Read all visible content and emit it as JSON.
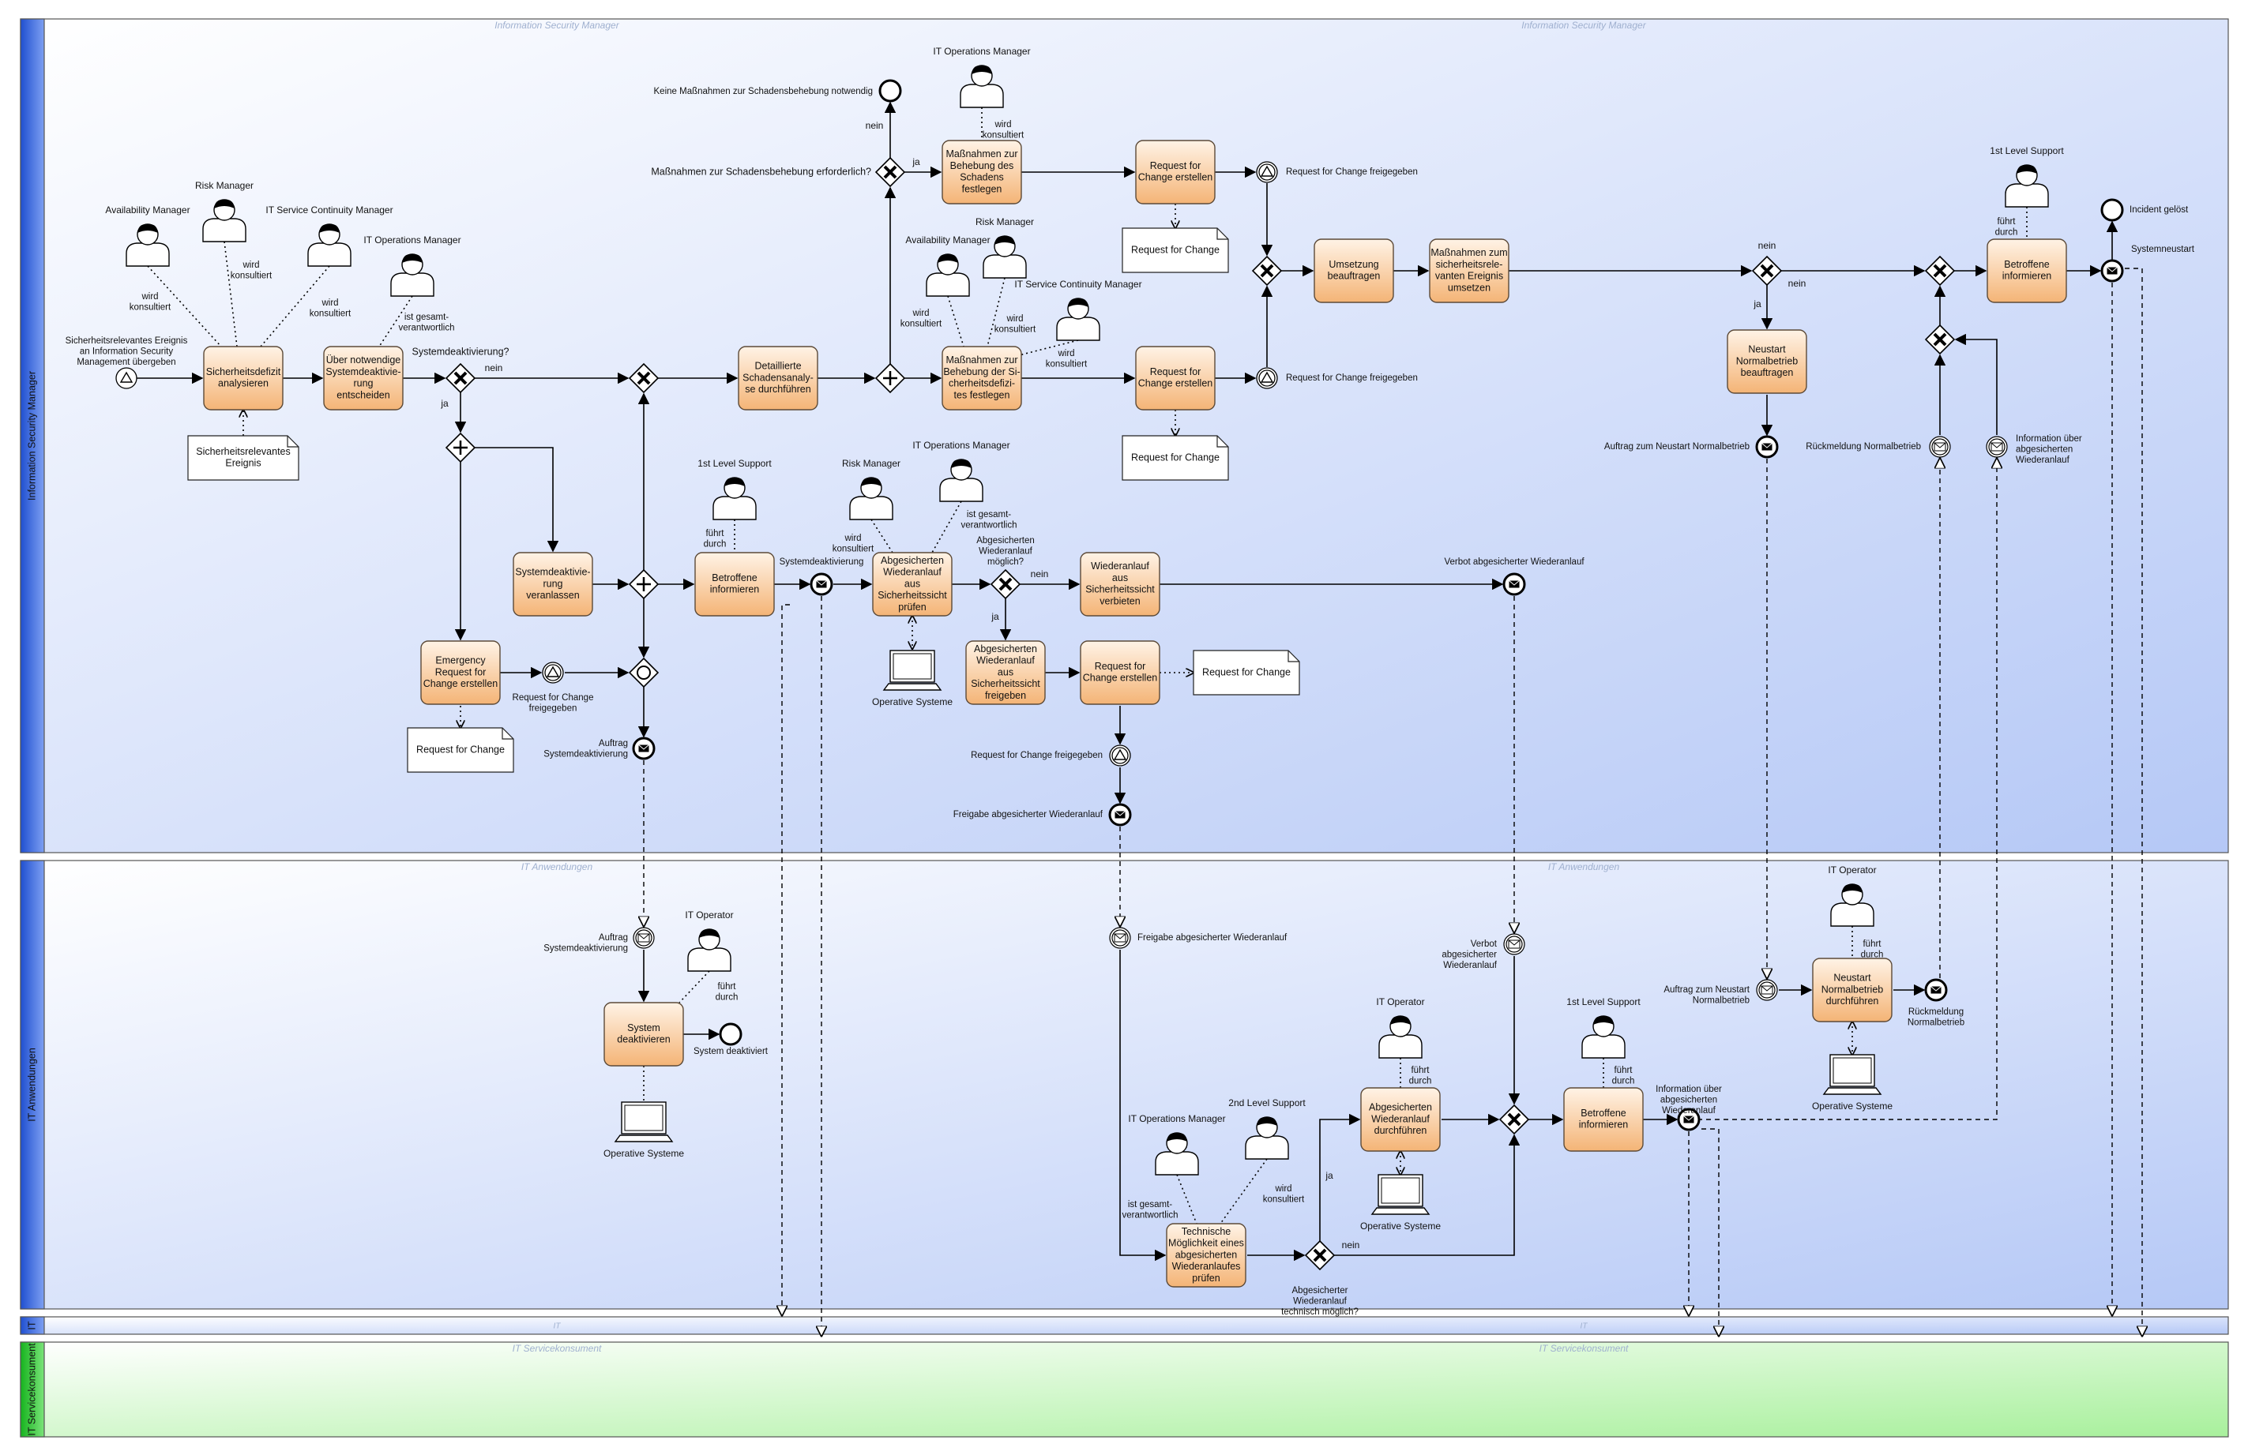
{
  "colors": {
    "lane_blue_dark": "#2e5fd8",
    "lane_blue_light": "#b9cbf7",
    "lane_green_dark": "#22c52a",
    "lane_green_light": "#b8f2b0",
    "task_fill_top": "#fff1e2",
    "task_fill_bottom": "#f6b97c",
    "task_stroke": "#6b5a48"
  },
  "lanes": [
    {
      "id": "ism",
      "label": "Information Security Manager",
      "watermark": "Information Security Manager"
    },
    {
      "id": "ita",
      "label": "IT Anwendungen",
      "watermark": "IT Anwendungen"
    },
    {
      "id": "it",
      "label": "IT",
      "watermark": "IT"
    },
    {
      "id": "itsk",
      "label": "IT Servicekonsument",
      "watermark": "IT Servicekonsument"
    }
  ],
  "tasks": [
    {
      "id": "t1",
      "lines": [
        "Sicherheitsdefizit",
        "analysieren"
      ]
    },
    {
      "id": "t2",
      "lines": [
        "Über notwendige",
        "Systemdeaktivie-",
        "rung",
        "entscheiden"
      ]
    },
    {
      "id": "t3",
      "lines": [
        "Detaillierte",
        "Schadensanaly-",
        "se durchführen"
      ]
    },
    {
      "id": "t4",
      "lines": [
        "Maßnahmen zur",
        "Behebung des",
        "Schadens",
        "festlegen"
      ]
    },
    {
      "id": "t5",
      "lines": [
        "Maßnahmen zur",
        "Behebung der Si-",
        "cherheitsdefizi-",
        "tes festlegen"
      ]
    },
    {
      "id": "t6",
      "lines": [
        "Request for",
        "Change erstellen"
      ]
    },
    {
      "id": "t7",
      "lines": [
        "Request for",
        "Change erstellen"
      ]
    },
    {
      "id": "t8",
      "lines": [
        "Umsetzung",
        "beauftragen"
      ]
    },
    {
      "id": "t9",
      "lines": [
        "Maßnahmen zum",
        "sicherheitsrele-",
        "vanten Ereignis",
        "umsetzen"
      ]
    },
    {
      "id": "t10",
      "lines": [
        "Neustart",
        "Normalbetrieb",
        "beauftragen"
      ]
    },
    {
      "id": "t11",
      "lines": [
        "Betroffene",
        "informieren"
      ]
    },
    {
      "id": "t12",
      "lines": [
        "Systemdeaktivie-",
        "rung",
        "veranlassen"
      ]
    },
    {
      "id": "t13",
      "lines": [
        "Betroffene",
        "informieren"
      ]
    },
    {
      "id": "t14",
      "lines": [
        "Abgesicherten",
        "Wiederanlauf",
        "aus",
        "Sicherheitssicht",
        "prüfen"
      ]
    },
    {
      "id": "t15",
      "lines": [
        "Wiederanlauf",
        "aus",
        "Sicherheitssicht",
        "verbieten"
      ]
    },
    {
      "id": "t16",
      "lines": [
        "Abgesicherten",
        "Wiederanlauf",
        "aus",
        "Sicherheitssicht",
        "freigeben"
      ]
    },
    {
      "id": "t17",
      "lines": [
        "Request for",
        "Change erstellen"
      ]
    },
    {
      "id": "t18",
      "lines": [
        "Emergency",
        "Request for",
        "Change erstellen"
      ]
    },
    {
      "id": "t19",
      "lines": [
        "System",
        "deaktivieren"
      ]
    },
    {
      "id": "t20",
      "lines": [
        "Technische",
        "Möglichkeit eines",
        "abgesicherten",
        "Wiederanlaufes",
        "prüfen"
      ]
    },
    {
      "id": "t21",
      "lines": [
        "Abgesicherten",
        "Wiederanlauf",
        "durchführen"
      ]
    },
    {
      "id": "t22",
      "lines": [
        "Betroffene",
        "informieren"
      ]
    },
    {
      "id": "t23",
      "lines": [
        "Neustart",
        "Normalbetrieb",
        "durchführen"
      ]
    }
  ],
  "documents": [
    {
      "id": "d1",
      "lines": [
        "Sicherheitsrelevantes",
        "Ereignis"
      ]
    },
    {
      "id": "d2",
      "lines": [
        "Request for Change"
      ]
    },
    {
      "id": "d3",
      "lines": [
        "Request for Change"
      ]
    },
    {
      "id": "d4",
      "lines": [
        "Request for Change"
      ]
    },
    {
      "id": "d5",
      "lines": [
        "Request for Change"
      ]
    }
  ],
  "roles": [
    {
      "id": "r1",
      "name": "Availability Manager"
    },
    {
      "id": "r2",
      "name": "Risk Manager"
    },
    {
      "id": "r3",
      "name": "IT Service Continuity Manager"
    },
    {
      "id": "r4",
      "name": "IT Operations Manager"
    },
    {
      "id": "r5",
      "name": "IT Operations Manager"
    },
    {
      "id": "r6",
      "name": "Availability Manager"
    },
    {
      "id": "r7",
      "name": "Risk Manager"
    },
    {
      "id": "r8",
      "name": "IT Service Continuity Manager"
    },
    {
      "id": "r9",
      "name": "1st Level Support"
    },
    {
      "id": "r10",
      "name": "1st Level Support"
    },
    {
      "id": "r11",
      "name": "Risk Manager"
    },
    {
      "id": "r12",
      "name": "IT Operations Manager"
    },
    {
      "id": "r13",
      "name": "IT Operator"
    },
    {
      "id": "r14",
      "name": "IT Operator"
    },
    {
      "id": "r15",
      "name": "1st Level Support"
    },
    {
      "id": "r16",
      "name": "IT Operator"
    },
    {
      "id": "r17",
      "name": "IT Operations Manager"
    },
    {
      "id": "r18",
      "name": "2nd Level Support"
    }
  ],
  "systems": [
    {
      "id": "s1",
      "name": "Operative Systeme"
    },
    {
      "id": "s2",
      "name": "Operative Systeme"
    },
    {
      "id": "s3",
      "name": "Operative Systeme"
    },
    {
      "id": "s4",
      "name": "Operative Systeme"
    }
  ],
  "assoc_labels": {
    "wird_konsultiert": [
      "wird",
      "konsultiert"
    ],
    "gesamtverantwortlich": [
      "ist gesamt-",
      "verantwortlich"
    ],
    "fuehrt_durch": [
      "führt",
      "durch"
    ]
  },
  "labels": {
    "start_event": [
      "Sicherheitsrelevantes Ereignis",
      "an Information Security",
      "Management übergeben"
    ],
    "q_systemdeaktivierung": "Systemdeaktivierung?",
    "nein": "nein",
    "ja": "ja",
    "keine_massnahmen": "Keine Maßnahmen zur Schadensbehebung notwendig",
    "massnahmen_erforderlich": "Maßnahmen zur Schadensbehebung erforderlich?",
    "rfc_freigegeben": "Request for Change freigegeben",
    "rfc_freigegeben_2": [
      "Request for Change",
      "freigegeben"
    ],
    "incident_geloest": "Incident gelöst",
    "systemneustart": "Systemneustart",
    "auftrag_neustart": "Auftrag zum Neustart Normalbetrieb",
    "rueckmeldung": "Rückmeldung Normalbetrieb",
    "info_wiederanlauf": [
      "Information über",
      "abgesicherten",
      "Wiederanlauf"
    ],
    "systemdeaktivierung": "Systemdeaktivierung",
    "q_wiederanlauf_moeglich": [
      "Abgesicherten",
      "Wiederanlauf",
      "möglich?"
    ],
    "verbot_wiederanlauf": "Verbot abgesicherter Wiederanlauf",
    "auftrag_systemdeaktivierung": [
      "Auftrag",
      "Systemdeaktivierung"
    ],
    "freigabe_wiederanlauf": "Freigabe abgesicherter Wiederanlauf",
    "system_deaktiviert": "System deaktiviert",
    "verbot_wiederanlauf_3": [
      "Verbot",
      "abgesicherter",
      "Wiederanlauf"
    ],
    "auftrag_neustart_2": [
      "Auftrag zum Neustart",
      "Normalbetrieb"
    ],
    "rueckmeldung_2": [
      "Rückmeldung",
      "Normalbetrieb"
    ],
    "q_technisch_moeglich": [
      "Abgesicherter",
      "Wiederanlauf",
      "technisch möglich?"
    ]
  }
}
